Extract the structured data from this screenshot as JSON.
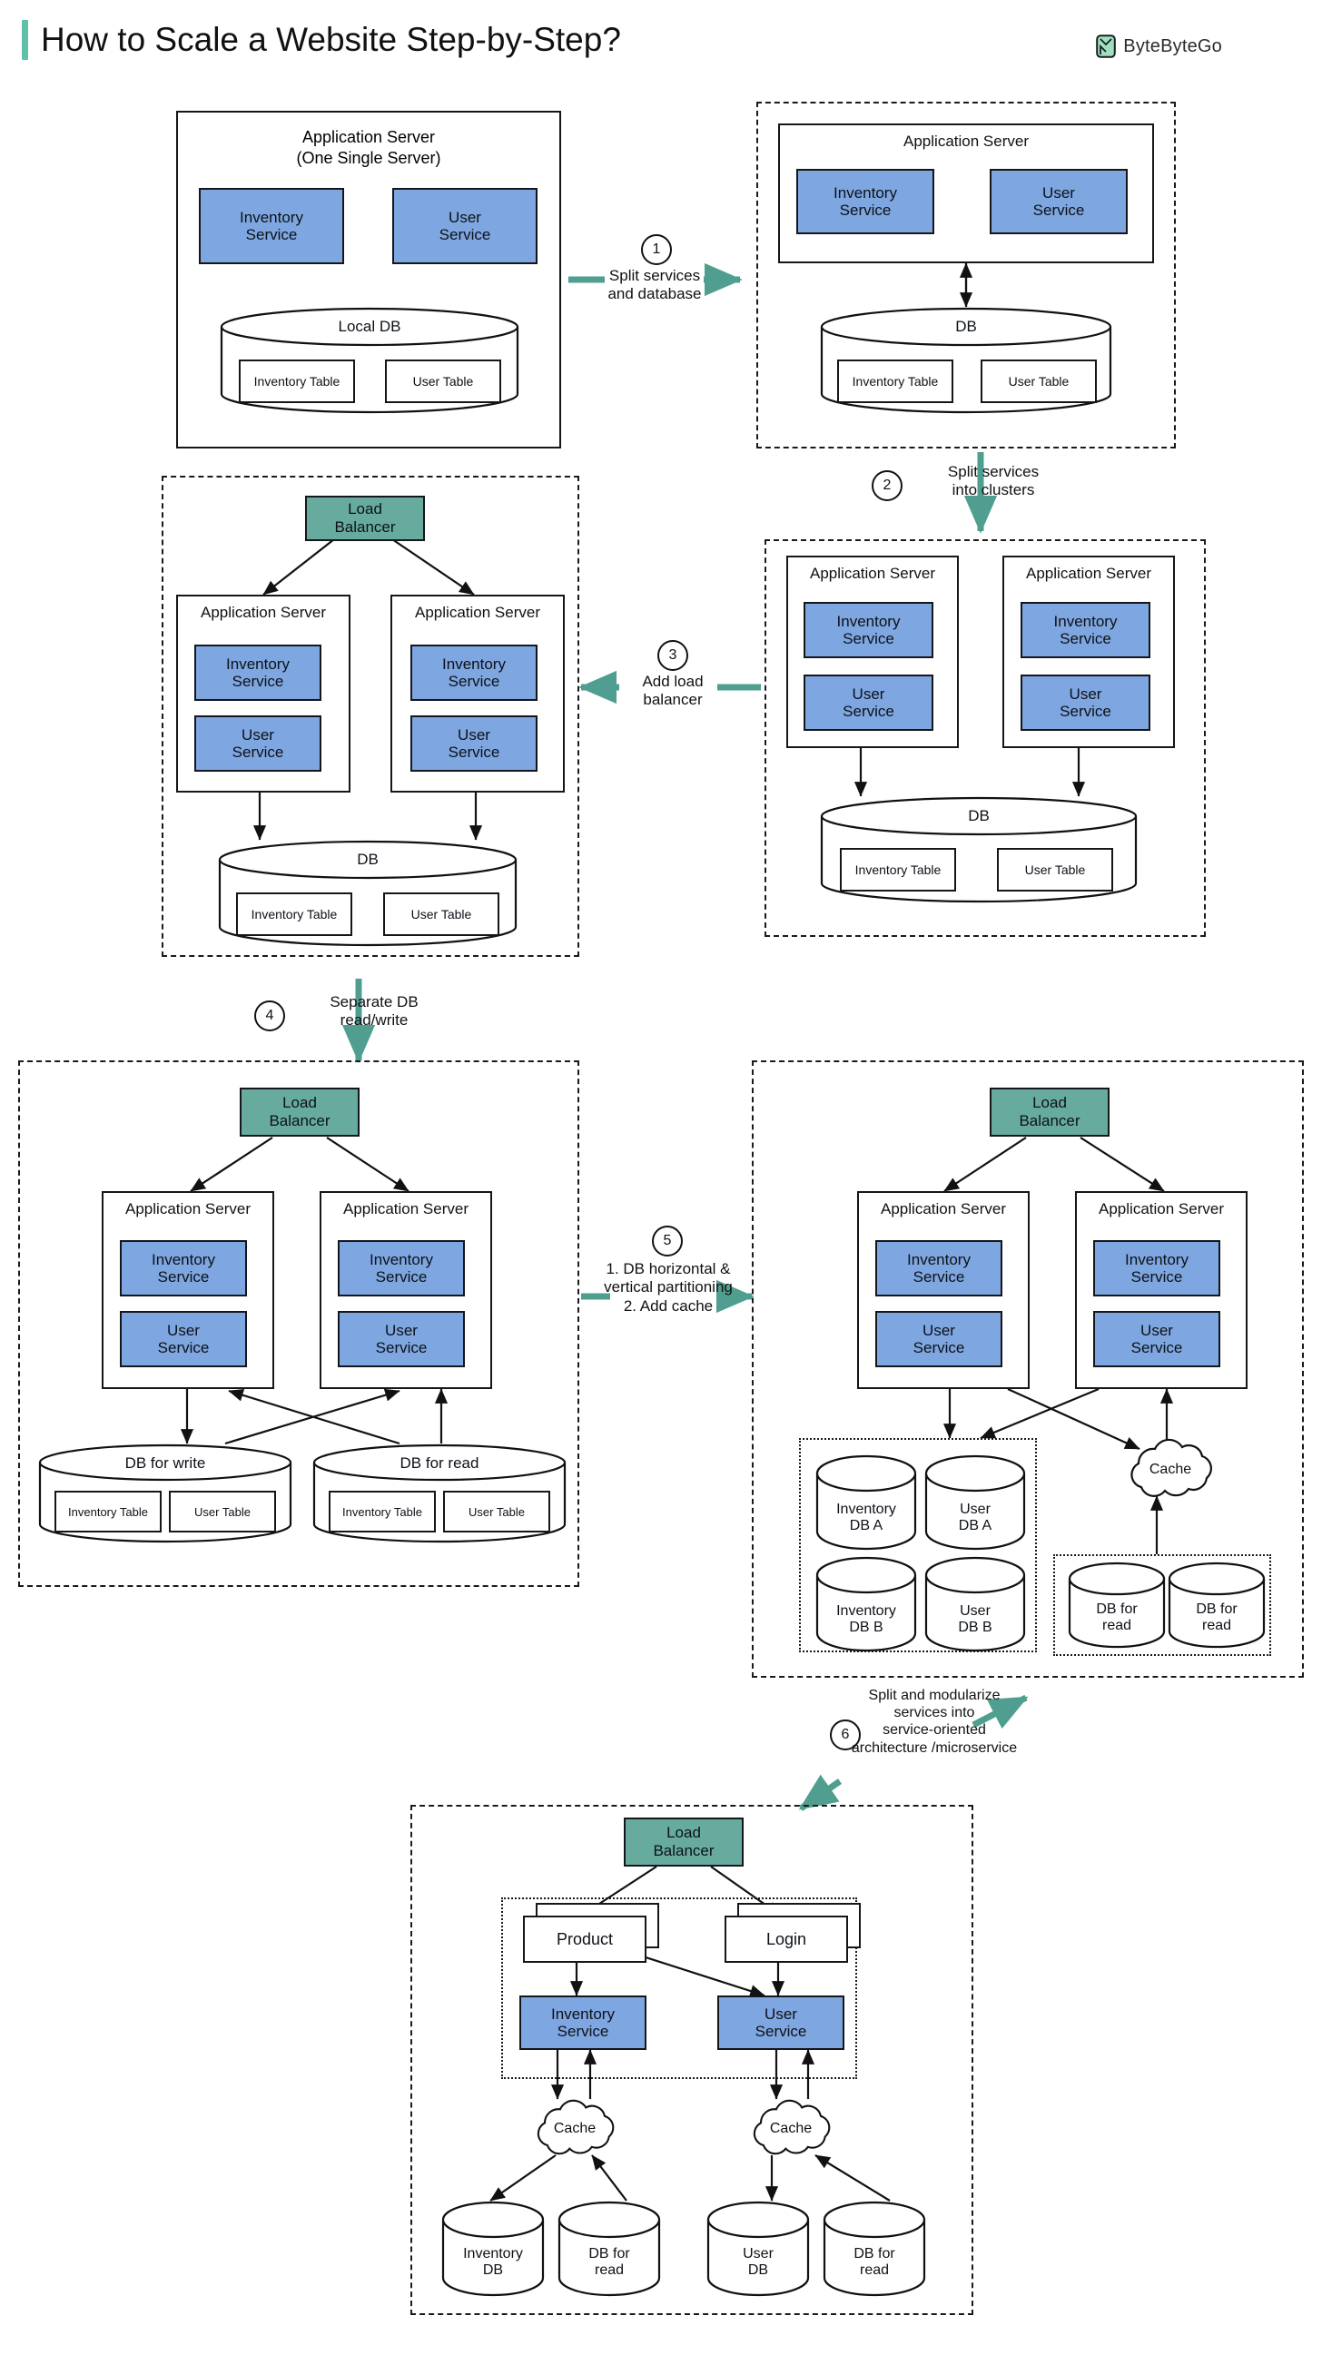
{
  "header": {
    "title": "How to Scale a Website Step-by-Step?",
    "brand": "ByteByteGo",
    "accent_color": "#5fbfa8",
    "service_color": "#7ea6e0",
    "load_balancer_color": "#67ab9f",
    "arrow_color": "#4f9e90"
  },
  "labels": {
    "application_server": "Application Server",
    "application_server_single": "Application Server\n(One Single Server)",
    "app_server_line1": "Application Server",
    "app_server_line2": "(One Single Server)",
    "inventory_service": "Inventory\nService",
    "user_service": "User\nService",
    "inventory_service_l1": "Inventory",
    "inventory_service_l2": "Service",
    "user_service_l1": "User",
    "user_service_l2": "Service",
    "load_balancer_l1": "Load",
    "load_balancer_l2": "Balancer",
    "local_db": "Local DB",
    "db": "DB",
    "inventory_table": "Inventory Table",
    "user_table": "User Table",
    "db_for_write": "DB for write",
    "db_for_read": "DB for read",
    "db_for_read_l1": "DB for",
    "db_for_read_l2": "read",
    "inventory_db_a_l1": "Inventory",
    "inventory_db_a_l2": "DB A",
    "user_db_a_l1": "User",
    "user_db_a_l2": "DB A",
    "inventory_db_b_l1": "Inventory",
    "inventory_db_b_l2": "DB B",
    "user_db_b_l1": "User",
    "user_db_b_l2": "DB B",
    "inventory_db_l1": "Inventory",
    "inventory_db_l2": "DB",
    "user_db_l1": "User",
    "user_db_l2": "DB",
    "cache": "Cache",
    "product": "Product",
    "login": "Login"
  },
  "steps": [
    {
      "num": "1",
      "text": "Split services\nand database"
    },
    {
      "num": "2",
      "text": "Split services\ninto clusters"
    },
    {
      "num": "3",
      "text": "Add load\nbalancer"
    },
    {
      "num": "4",
      "text": "Separate DB\nread/write"
    },
    {
      "num": "5",
      "text": "1. DB horizontal &\nvertical partitioning\n2. Add cache"
    },
    {
      "num": "6",
      "text": "Split and modularize\nservices into\nservice-oriented\narchitecture /microservice"
    }
  ],
  "stages": [
    {
      "id": "stage-1",
      "title": "Single server with local DB",
      "servers": [
        {
          "name": "Application Server (One Single Server)",
          "services": [
            "Inventory Service",
            "User Service"
          ]
        }
      ],
      "databases": [
        {
          "name": "Local DB",
          "tables": [
            "Inventory Table",
            "User Table"
          ]
        }
      ]
    },
    {
      "id": "stage-2",
      "title": "Services split from database",
      "servers": [
        {
          "name": "Application Server",
          "services": [
            "Inventory Service",
            "User Service"
          ]
        }
      ],
      "databases": [
        {
          "name": "DB",
          "tables": [
            "Inventory Table",
            "User Table"
          ]
        }
      ]
    },
    {
      "id": "stage-3",
      "title": "Server clusters",
      "servers": [
        {
          "name": "Application Server",
          "services": [
            "Inventory Service",
            "User Service"
          ]
        },
        {
          "name": "Application Server",
          "services": [
            "Inventory Service",
            "User Service"
          ]
        }
      ],
      "databases": [
        {
          "name": "DB",
          "tables": [
            "Inventory Table",
            "User Table"
          ]
        }
      ]
    },
    {
      "id": "stage-4",
      "title": "Load balancer added",
      "load_balancer": "Load Balancer",
      "servers": [
        {
          "name": "Application Server",
          "services": [
            "Inventory Service",
            "User Service"
          ]
        },
        {
          "name": "Application Server",
          "services": [
            "Inventory Service",
            "User Service"
          ]
        }
      ],
      "databases": [
        {
          "name": "DB",
          "tables": [
            "Inventory Table",
            "User Table"
          ]
        }
      ]
    },
    {
      "id": "stage-5",
      "title": "Read/write separation",
      "load_balancer": "Load Balancer",
      "servers": [
        {
          "name": "Application Server",
          "services": [
            "Inventory Service",
            "User Service"
          ]
        },
        {
          "name": "Application Server",
          "services": [
            "Inventory Service",
            "User Service"
          ]
        }
      ],
      "databases": [
        {
          "name": "DB for write",
          "tables": [
            "Inventory Table",
            "User Table"
          ]
        },
        {
          "name": "DB for read",
          "tables": [
            "Inventory Table",
            "User Table"
          ]
        }
      ]
    },
    {
      "id": "stage-6",
      "title": "Partitioning and cache",
      "load_balancer": "Load Balancer",
      "servers": [
        {
          "name": "Application Server",
          "services": [
            "Inventory Service",
            "User Service"
          ]
        },
        {
          "name": "Application Server",
          "services": [
            "Inventory Service",
            "User Service"
          ]
        }
      ],
      "shards": [
        "Inventory DB A",
        "User DB A",
        "Inventory DB B",
        "User DB B"
      ],
      "read_replicas": [
        "DB for read",
        "DB for read"
      ],
      "caches": [
        "Cache"
      ]
    },
    {
      "id": "stage-7",
      "title": "Microservices",
      "load_balancer": "Load Balancer",
      "gateways": [
        "Product",
        "Login"
      ],
      "services": [
        "Inventory Service",
        "User Service"
      ],
      "caches": [
        "Cache",
        "Cache"
      ],
      "databases": [
        "Inventory DB",
        "DB for read",
        "User DB",
        "DB for read"
      ]
    }
  ]
}
